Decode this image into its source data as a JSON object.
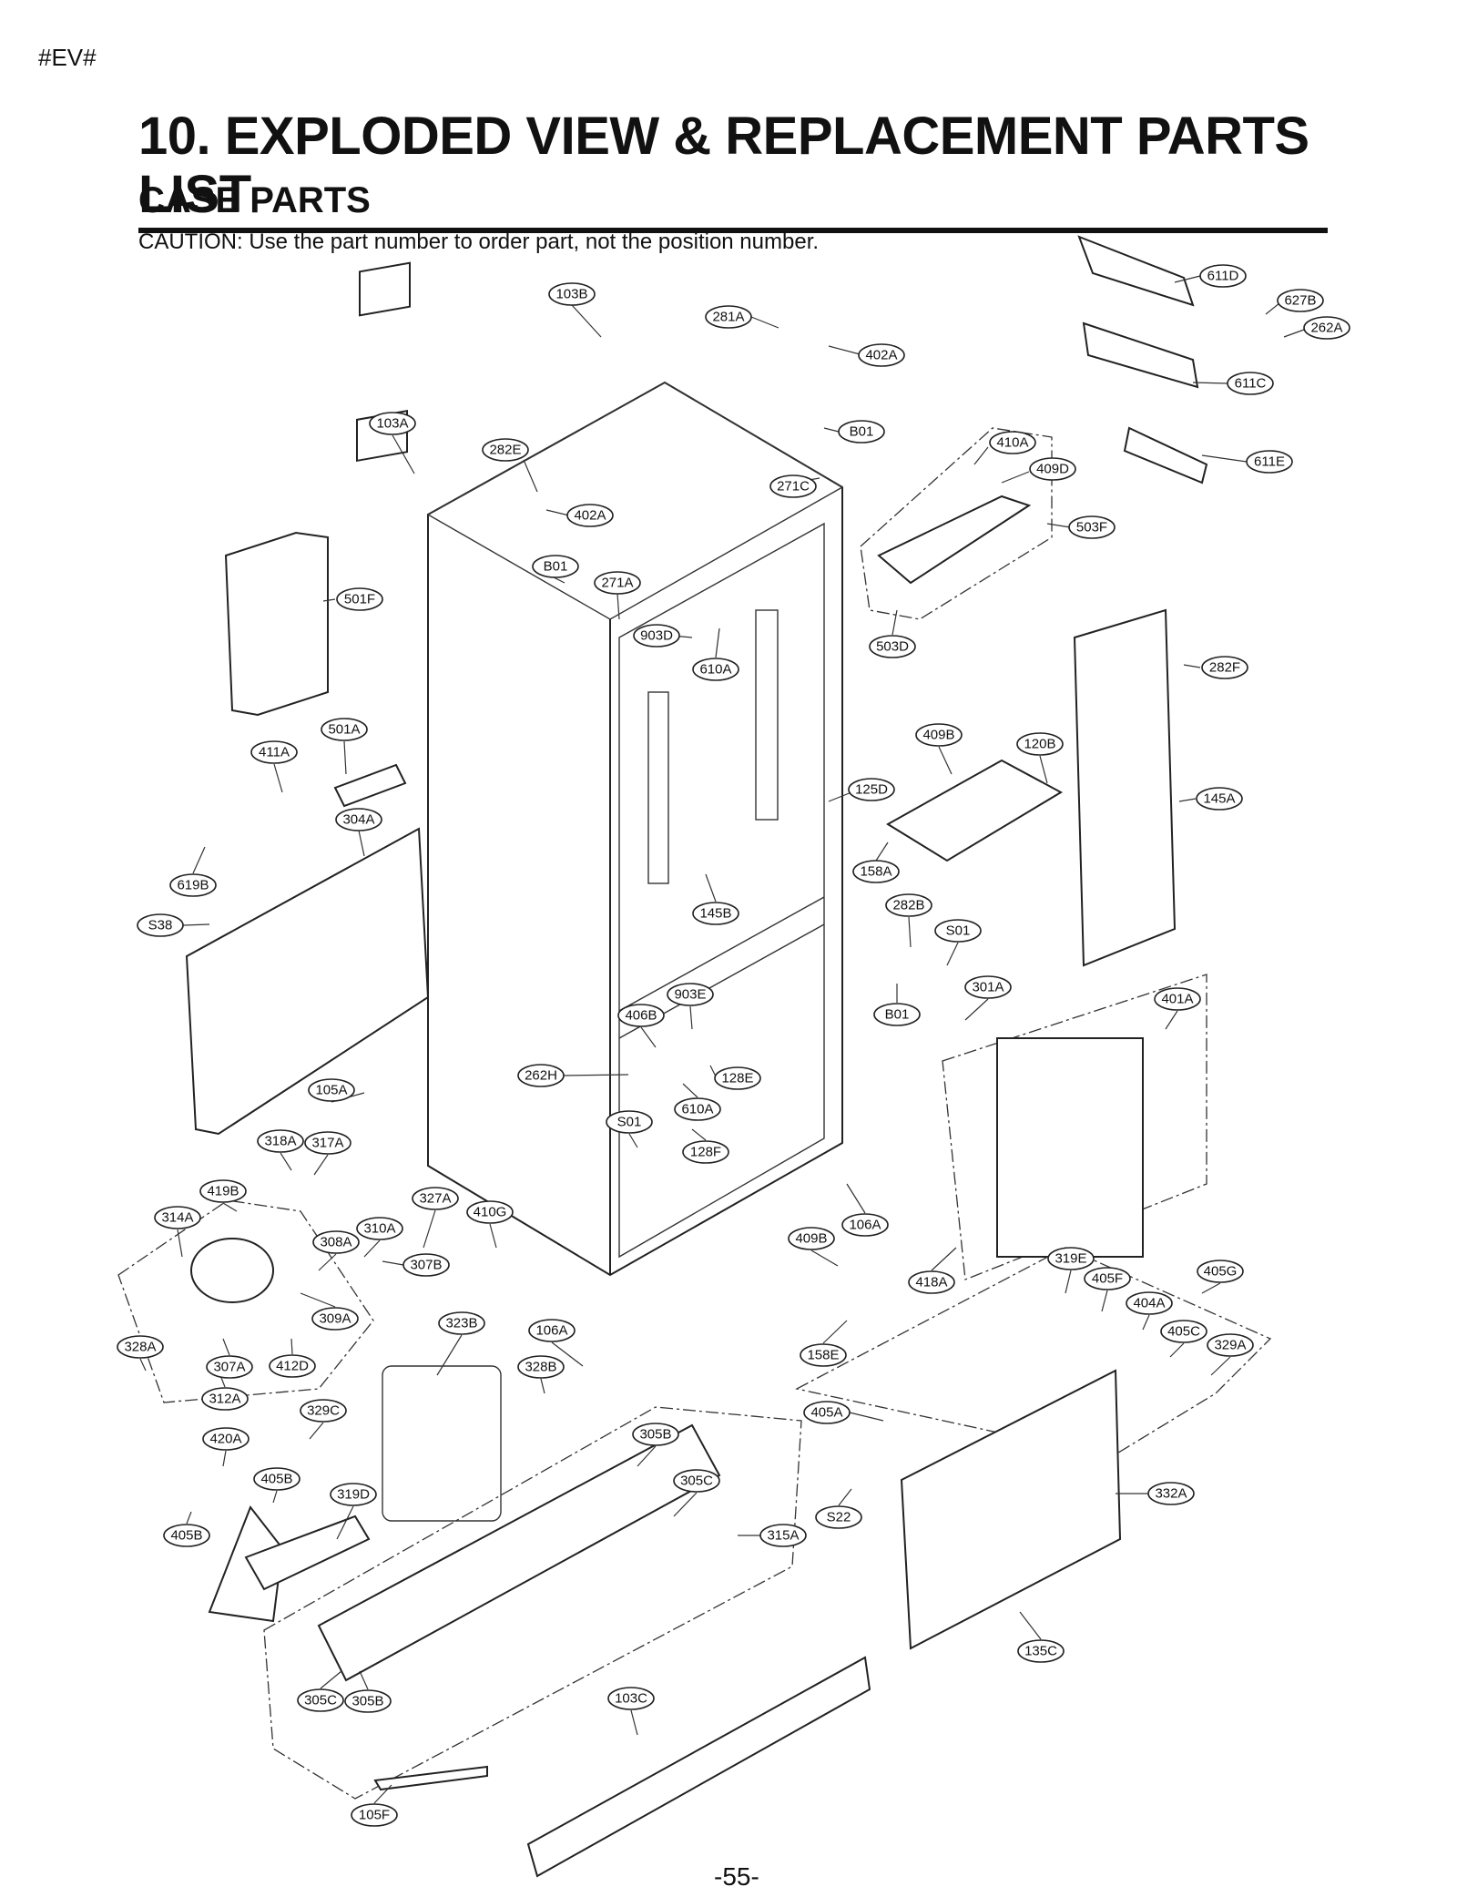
{
  "header": {
    "marker": "#EV#",
    "title": "10. EXPLODED VIEW & REPLACEMENT PARTS LIST",
    "subtitle": "CASE PARTS",
    "caution": "CAUTION: Use the part number to order part, not the position number."
  },
  "footer": {
    "page_number": "-55-"
  },
  "callouts": [
    "103B",
    "281A",
    "402A",
    "611D",
    "627B",
    "262A",
    "611C",
    "611E",
    "103A",
    "282E",
    "402A",
    "B01",
    "271C",
    "410A",
    "409D",
    "503F",
    "B01",
    "271A",
    "501F",
    "903D",
    "610A",
    "503D",
    "282F",
    "501A",
    "411A",
    "409B",
    "120B",
    "125D",
    "145A",
    "304A",
    "619B",
    "158A",
    "145B",
    "282B",
    "S01",
    "S38",
    "301A",
    "401A",
    "903E",
    "406B",
    "B01",
    "262H",
    "128E",
    "105A",
    "610A",
    "S01",
    "128F",
    "318A",
    "317A",
    "106A",
    "419B",
    "327A",
    "410G",
    "409B",
    "314A",
    "310A",
    "308A",
    "307B",
    "418A",
    "319E",
    "405G",
    "405F",
    "404A",
    "309A",
    "323B",
    "106A",
    "405C",
    "329A",
    "328A",
    "307A",
    "412D",
    "328B",
    "158E",
    "312A",
    "329C",
    "405A",
    "305B",
    "420A",
    "405B",
    "305C",
    "319D",
    "332A",
    "405B",
    "315A",
    "S22",
    "135C",
    "305C",
    "305B",
    "103C",
    "105F"
  ]
}
